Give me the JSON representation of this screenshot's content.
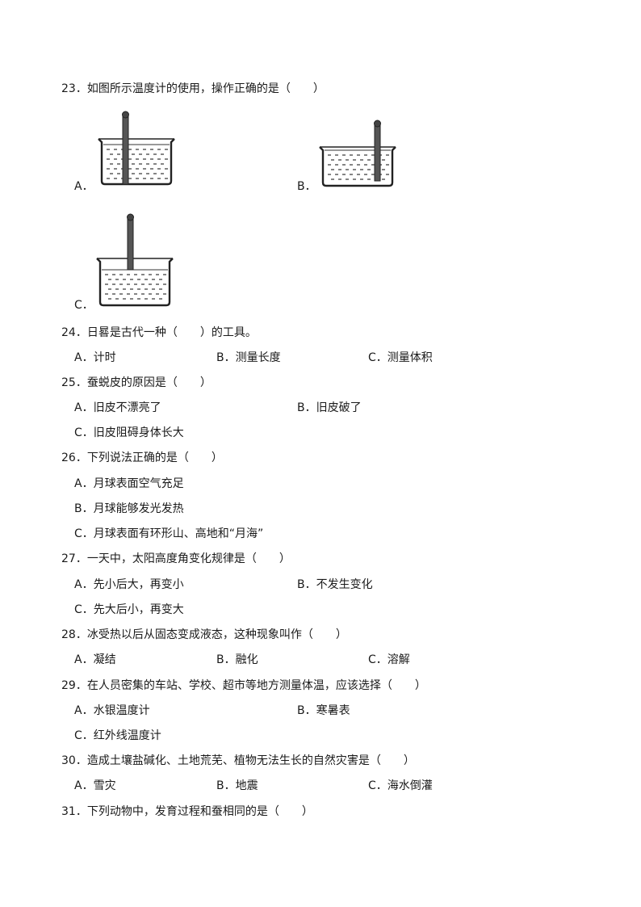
{
  "questions": [
    {
      "stem": "23．如图所示温度计的使用，操作正确的是（　　）",
      "figure_options": [
        {
          "label": "A．",
          "figure": "thermometer-touching-bottom"
        },
        {
          "label": "B．",
          "figure": "thermometer-against-wall"
        },
        {
          "label": "C．",
          "figure": "thermometer-at-surface"
        }
      ]
    },
    {
      "stem": "24．日晷是古代一种（　　）的工具。",
      "options": [
        "A．计时",
        "B．测量长度",
        "C．测量体积"
      ]
    },
    {
      "stem": "25．蚕蜕皮的原因是（　　）",
      "options": [
        "A．旧皮不漂亮了",
        "B．旧皮破了",
        "C．旧皮阻碍身体长大"
      ]
    },
    {
      "stem": "26．下列说法正确的是（　　）",
      "options": [
        "A．月球表面空气充足",
        "B．月球能够发光发热",
        "C．月球表面有环形山、高地和“月海”"
      ]
    },
    {
      "stem": "27．一天中，太阳高度角变化规律是（　　）",
      "options": [
        "A．先小后大，再变小",
        "B．不发生变化",
        "C．先大后小，再变大"
      ]
    },
    {
      "stem": "28．冰受热以后从固态变成液态，这种现象叫作（　　）",
      "options": [
        "A．凝结",
        "B．融化",
        "C．溶解"
      ]
    },
    {
      "stem": "29．在人员密集的车站、学校、超市等地方测量体温，应该选择（　　）",
      "options": [
        "A．水银温度计",
        "B．寒暑表",
        "C．红外线温度计"
      ]
    },
    {
      "stem": "30．造成土壤盐碱化、土地荒芜、植物无法生长的自然灾害是（　　）",
      "options": [
        "A．雪灾",
        "B．地震",
        "C．海水倒灌"
      ]
    },
    {
      "stem": "31．下列动物中，发育过程和蚕相同的是（　　）"
    }
  ],
  "colors": {
    "text": "#1a1a1a",
    "ink": "#222222"
  }
}
